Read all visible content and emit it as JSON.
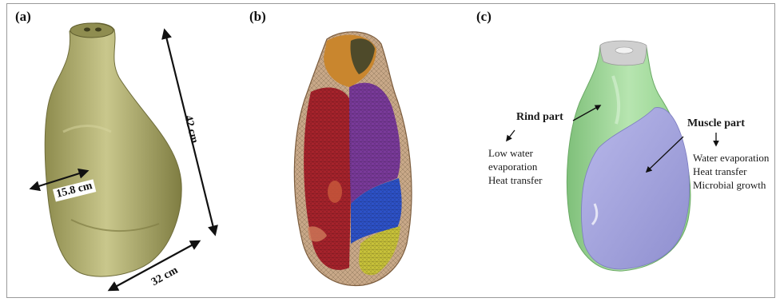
{
  "panels": {
    "a": {
      "label": "(a)"
    },
    "b": {
      "label": "(b)"
    },
    "c": {
      "label": "(c)"
    }
  },
  "dimensions": {
    "width": "15.8 cm",
    "height": "42 cm",
    "depth": "32 cm"
  },
  "annotations": {
    "rind": {
      "title": "Rind part",
      "lines": [
        "Low water",
        "evaporation",
        "Heat transfer"
      ]
    },
    "muscle": {
      "title": "Muscle part",
      "lines": [
        "Water evaporation",
        "Heat transfer",
        "Microbial growth"
      ]
    }
  },
  "colors": {
    "ham_surface": "#b9b778",
    "mesh_outline": "#9b7a55",
    "muscle_red": "#a7232c",
    "muscle_purple": "#7a3a9a",
    "muscle_blue": "#2d52c8",
    "muscle_yellow": "#c8c23a",
    "rind_green": "#9fd79a",
    "muscle_lavender": "#a7a7de",
    "bone_gray": "#cfcfcf"
  }
}
